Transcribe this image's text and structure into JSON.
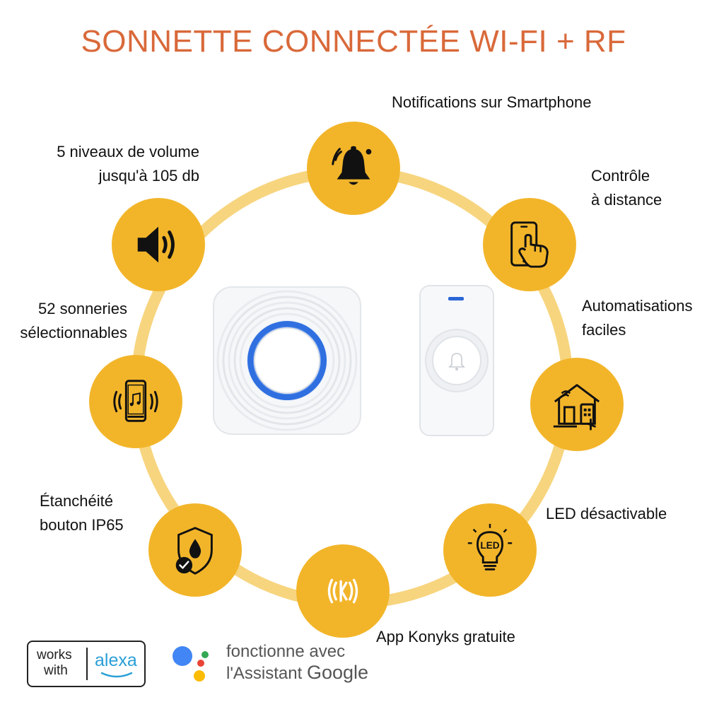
{
  "title": "SONNETTE CONNECTÉE WI-FI + RF",
  "features": {
    "notifications": "Notifications sur Smartphone",
    "remote_line1": "Contrôle",
    "remote_line2": "à distance",
    "automation_line1": "Automatisations",
    "automation_line2": "faciles",
    "led": "LED désactivable",
    "app": "App Konyks gratuite",
    "waterproof_line1": "Étanchéité",
    "waterproof_line2": "bouton IP65",
    "ringtones_line1": "52 sonneries",
    "ringtones_line2": "sélectionnables",
    "volume_line1": "5 niveaux de volume",
    "volume_line2": "jusqu'à 105 db"
  },
  "led_icon_text": "LED",
  "badges": {
    "alexa_works": "works",
    "alexa_with": "with",
    "alexa_brand": "alexa",
    "google_line1": "fonctionne avec",
    "google_line2a": "l'Assistant ",
    "google_line2b": "Google"
  },
  "icons": [
    "bell-icon",
    "phone-touch-icon",
    "smart-home-icon",
    "led-bulb-icon",
    "konyks-logo-icon",
    "water-shield-icon",
    "phone-music-icon",
    "speaker-icon"
  ],
  "colors": {
    "title": "#d9693a",
    "bubble": "#f2b52a",
    "ring": "#f7d57f"
  }
}
